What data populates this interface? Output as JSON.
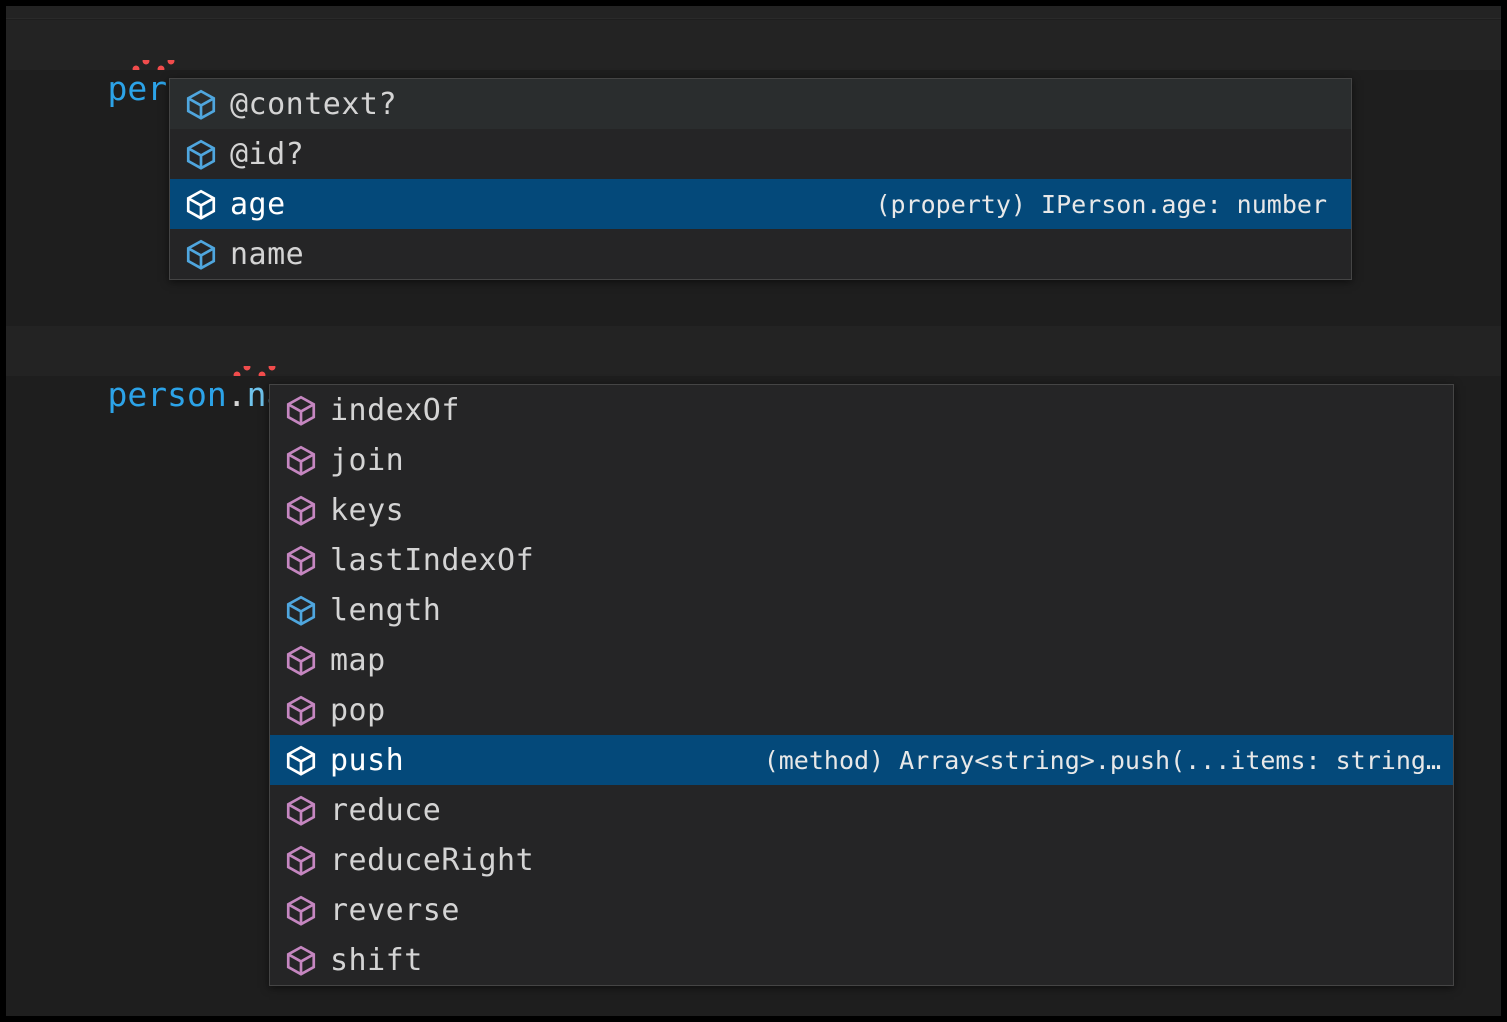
{
  "editor": {
    "background": "#1e1e1e",
    "selection_color": "#04497a",
    "widget_background": "#252526",
    "widget_border": "#454545",
    "error_squiggle_color": "#f14c4c",
    "property_icon_color": "#4fa6de",
    "method_icon_color": "#c586c0",
    "variable_token_color": "#2ca3e8",
    "property_token_color": "#6fc3ec",
    "lines": [
      {
        "id": "line-person",
        "segments": [
          {
            "text": "person",
            "kind": "variable"
          },
          {
            "text": ".;",
            "kind": "punctuation"
          }
        ],
        "plain": "person.;"
      },
      {
        "id": "line-person-name",
        "segments": [
          {
            "text": "person",
            "kind": "variable"
          },
          {
            "text": ".",
            "kind": "punctuation"
          },
          {
            "text": "name",
            "kind": "property"
          },
          {
            "text": ".;",
            "kind": "punctuation"
          }
        ],
        "plain": "person.name.;"
      }
    ]
  },
  "suggest_person": {
    "name": "person-member-suggestions",
    "items": [
      {
        "label": "@context?",
        "icon": "property-cube-icon",
        "kind": "property",
        "detail": "",
        "state": "hovered"
      },
      {
        "label": "@id?",
        "icon": "property-cube-icon",
        "kind": "property",
        "detail": "",
        "state": "normal"
      },
      {
        "label": "age",
        "icon": "property-cube-icon",
        "kind": "property",
        "detail": "(property) IPerson.age: number",
        "state": "focused"
      },
      {
        "label": "name",
        "icon": "property-cube-icon",
        "kind": "property",
        "detail": "",
        "state": "normal"
      }
    ]
  },
  "suggest_name": {
    "name": "name-member-suggestions",
    "items": [
      {
        "label": "indexOf",
        "icon": "method-cube-icon",
        "kind": "method",
        "detail": "",
        "state": "normal"
      },
      {
        "label": "join",
        "icon": "method-cube-icon",
        "kind": "method",
        "detail": "",
        "state": "normal"
      },
      {
        "label": "keys",
        "icon": "method-cube-icon",
        "kind": "method",
        "detail": "",
        "state": "normal"
      },
      {
        "label": "lastIndexOf",
        "icon": "method-cube-icon",
        "kind": "method",
        "detail": "",
        "state": "normal"
      },
      {
        "label": "length",
        "icon": "property-cube-icon",
        "kind": "property",
        "detail": "",
        "state": "normal"
      },
      {
        "label": "map",
        "icon": "method-cube-icon",
        "kind": "method",
        "detail": "",
        "state": "normal"
      },
      {
        "label": "pop",
        "icon": "method-cube-icon",
        "kind": "method",
        "detail": "",
        "state": "normal"
      },
      {
        "label": "push",
        "icon": "method-cube-icon",
        "kind": "method",
        "detail": "(method) Array<string>.push(...items: string…",
        "state": "focused"
      },
      {
        "label": "reduce",
        "icon": "method-cube-icon",
        "kind": "method",
        "detail": "",
        "state": "normal"
      },
      {
        "label": "reduceRight",
        "icon": "method-cube-icon",
        "kind": "method",
        "detail": "",
        "state": "normal"
      },
      {
        "label": "reverse",
        "icon": "method-cube-icon",
        "kind": "method",
        "detail": "",
        "state": "normal"
      },
      {
        "label": "shift",
        "icon": "method-cube-icon",
        "kind": "method",
        "detail": "",
        "state": "normal"
      }
    ]
  }
}
